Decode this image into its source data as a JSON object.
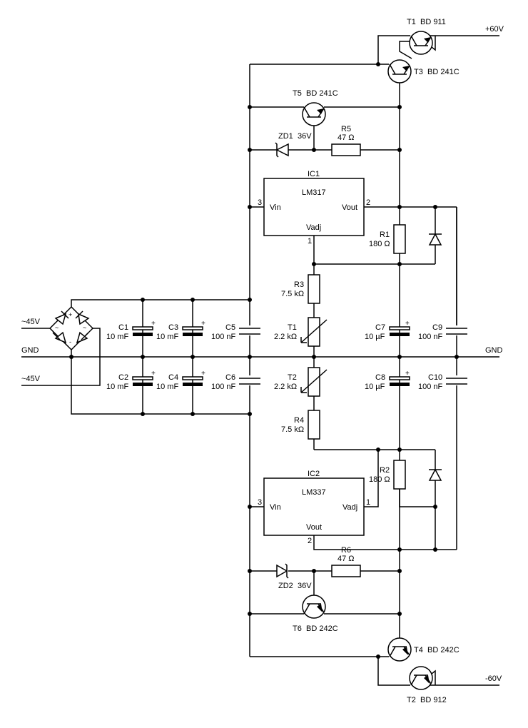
{
  "rails": {
    "pos_out": "+60V",
    "neg_out": "-60V",
    "gnd_left": "GND",
    "gnd_right": "GND",
    "ac_top": "~45V",
    "ac_bottom": "~45V"
  },
  "bridge": {
    "plus": "+",
    "minus": "-",
    "ac1": "~",
    "ac2": "~"
  },
  "capacitors": {
    "C1": {
      "ref": "C1",
      "value": "10 mF"
    },
    "C2": {
      "ref": "C2",
      "value": "10 mF"
    },
    "C3": {
      "ref": "C3",
      "value": "10 mF"
    },
    "C4": {
      "ref": "C4",
      "value": "10 mF"
    },
    "C5": {
      "ref": "C5",
      "value": "100 nF"
    },
    "C6": {
      "ref": "C6",
      "value": "100 nF"
    },
    "C7": {
      "ref": "C7",
      "value": "10 µF"
    },
    "C8": {
      "ref": "C8",
      "value": "10 µF"
    },
    "C9": {
      "ref": "C9",
      "value": "100 nF"
    },
    "C10": {
      "ref": "C10",
      "value": "100 nF"
    }
  },
  "resistors": {
    "R1": {
      "ref": "R1",
      "value": "180 Ω"
    },
    "R2": {
      "ref": "R2",
      "value": "180 Ω"
    },
    "R3": {
      "ref": "R3",
      "value": "7.5 kΩ"
    },
    "R4": {
      "ref": "R4",
      "value": "7.5 kΩ"
    },
    "R5": {
      "ref": "R5",
      "value": "47 Ω"
    },
    "R6": {
      "ref": "R6",
      "value": "47 Ω"
    }
  },
  "trimmers": {
    "T1": {
      "ref": "T1",
      "value": "2.2 kΩ"
    },
    "T2": {
      "ref": "T2",
      "value": "2.2 kΩ"
    }
  },
  "zeners": {
    "ZD1": {
      "ref": "ZD1",
      "value": "36V"
    },
    "ZD2": {
      "ref": "ZD2",
      "value": "36V"
    }
  },
  "transistors": {
    "T1": {
      "ref": "T1",
      "part": "BD 911"
    },
    "T2": {
      "ref": "T2",
      "part": "BD 912"
    },
    "T3": {
      "ref": "T3",
      "part": "BD 241C"
    },
    "T4": {
      "ref": "T4",
      "part": "BD 242C"
    },
    "T5": {
      "ref": "T5",
      "part": "BD 241C"
    },
    "T6": {
      "ref": "T6",
      "part": "BD 242C"
    }
  },
  "ic1": {
    "ref": "IC1",
    "part": "LM317",
    "pin_vin": "Vin",
    "pin_vout": "Vout",
    "pin_vadj": "Vadj",
    "num_vin": "3",
    "num_vout": "2",
    "num_vadj": "1"
  },
  "ic2": {
    "ref": "IC2",
    "part": "LM337",
    "pin_vin": "Vin",
    "pin_vout": "Vout",
    "pin_vadj": "Vadj",
    "num_vin": "3",
    "num_vout": "2",
    "num_vadj": "1"
  }
}
